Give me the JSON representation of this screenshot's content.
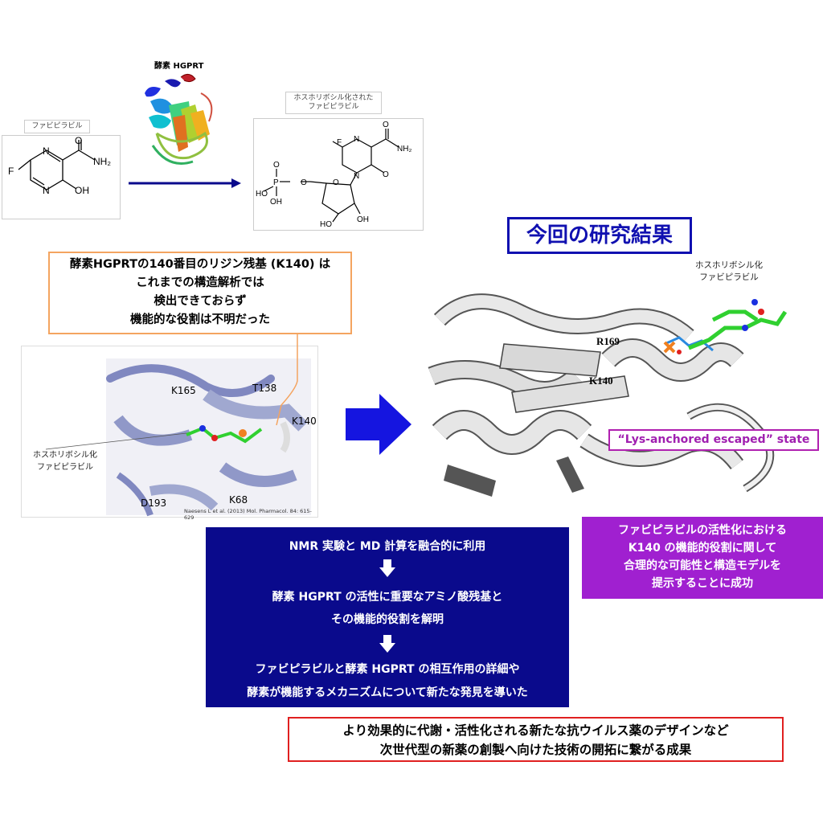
{
  "enzyme_label": "酵素 HGPRT",
  "favipiravir_label": "ファビピラビル",
  "product_label_line1": "ホスホリボシル化された",
  "product_label_line2": "ファビピラビル",
  "favipiravir_atoms": {
    "F": "F",
    "N": "N",
    "O": "O",
    "NH2": "NH₂",
    "OH": "OH"
  },
  "product_atoms": {
    "F": "F",
    "N": "N",
    "O": "O",
    "NH2": "NH₂",
    "HO": "HO",
    "OH": "OH",
    "P": "P"
  },
  "orange_box_lines": [
    "酵素HGPRTの140番目のリジン残基 (K140) は",
    "これまでの構造解析では",
    "検出できておらず",
    "機能的な役割は不明だった"
  ],
  "left_structure": {
    "residues": [
      "K165",
      "T138",
      "K140",
      "D193",
      "K68"
    ],
    "ligand_label_line1": "ホスホリボシル化",
    "ligand_label_line2": "ファビピラビル",
    "citation": "Naesens L et al. (2013) Mol. Pharmacol. 84: 615-629"
  },
  "result_title": "今回の研究結果",
  "right_structure": {
    "ligand_label_line1": "ホスホリボシル化",
    "ligand_label_line2": "ファビピラビル",
    "residues": [
      "R169",
      "K140"
    ],
    "state_label": "“Lys-anchored escaped” state"
  },
  "purple_box_lines": [
    "ファビピラビルの活性化における",
    "K140 の機能的役割に関して",
    "合理的な可能性と構造モデルを",
    "提示することに成功"
  ],
  "navy_box_lines": [
    "NMR 実験と MD 計算を融合的に利用",
    "酵素 HGPRT の活性に重要なアミノ酸残基と",
    "その機能的役割を解明",
    "ファビピラビルと酵素 HGPRT の相互作用の詳細や",
    "酵素が機能するメカニズムについて新たな発見を導いた"
  ],
  "red_box_lines": [
    "より効果的に代謝・活性化される新たな抗ウイルス薬のデザインなど",
    "次世代型の新薬の創製へ向けた技術の開拓に繋がる成果"
  ],
  "colors": {
    "navy": "#0a0a8c",
    "purple": "#a020d0",
    "title_blue": "#1010b0",
    "red": "#e02020",
    "orange": "#f4a460",
    "arrow_blue": "#1515e0"
  }
}
